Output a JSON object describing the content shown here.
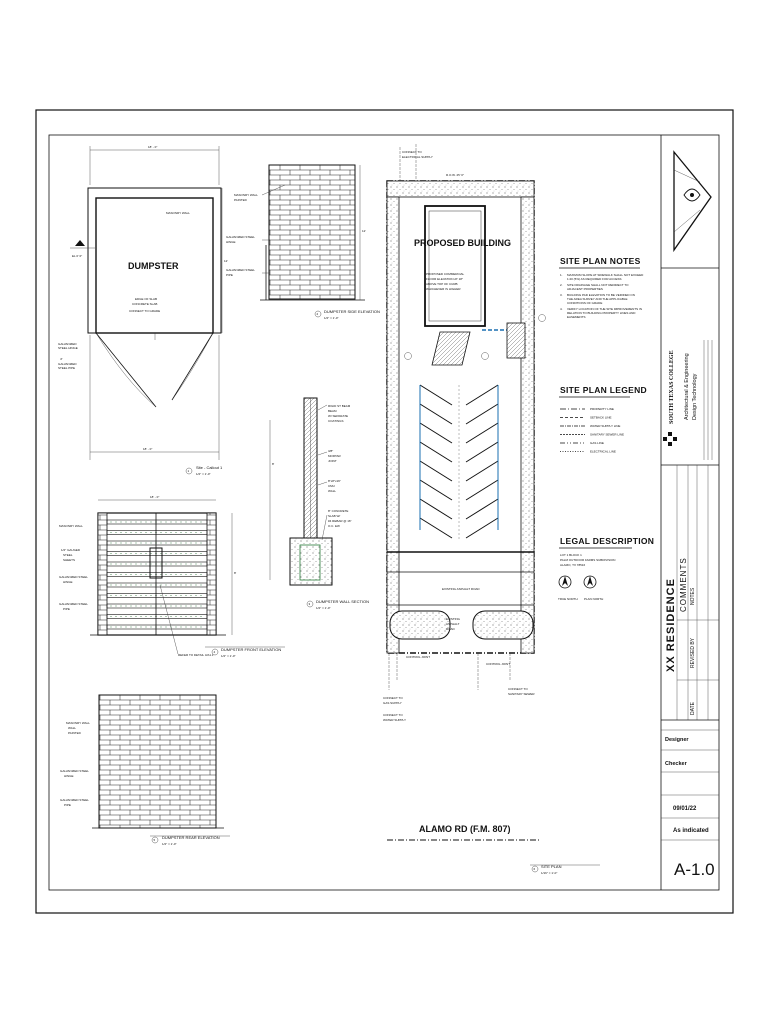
{
  "drawing": {
    "dumpster_plan_label": "DUMPSTER",
    "building_label": "PROPOSED BUILDING",
    "road_label": "ALAMO RD (F.M. 807)",
    "views": {
      "site_callout": "Site - Callout 1",
      "side_elevation": "DUMPSTER SIDE ELEVATION",
      "wall_section": "DUMPSTER WALL SECTION",
      "front_elevation": "DUMPSTER FRONT ELEVATION",
      "rear_elevation": "DUMPSTER REAR ELEVATION",
      "site_plan": "SITE PLAN"
    },
    "notes_heading": "SITE PLAN NOTES",
    "legend_heading": "SITE PLAN LEGEND",
    "legend_items": [
      "PROPERTY LINE",
      "SETBACK LINE",
      "WATER SUPPLY LINE",
      "SANITARY SEWER LINE",
      "GAS LINE",
      "ELECTRICAL LINE"
    ],
    "legal_heading": "LEGAL DESCRIPTION",
    "north_labels": [
      "TRUE NORTH",
      "PLAN NORTH"
    ]
  },
  "title_block": {
    "school_name": "SOUTH TEXAS COLLEGE",
    "program_line1": "Architectural & Engineering",
    "program_line2": "Design Technology",
    "project_name": "XX RESIDENCE",
    "comments_heading": "COMMENTS",
    "revision_headers": [
      "DATE",
      "REVISED BY",
      "NOTES"
    ],
    "designer": "Designer",
    "checker": "Checker",
    "date": "09/01/22",
    "scale": "As indicated",
    "sheet_number": "A-1.0"
  }
}
